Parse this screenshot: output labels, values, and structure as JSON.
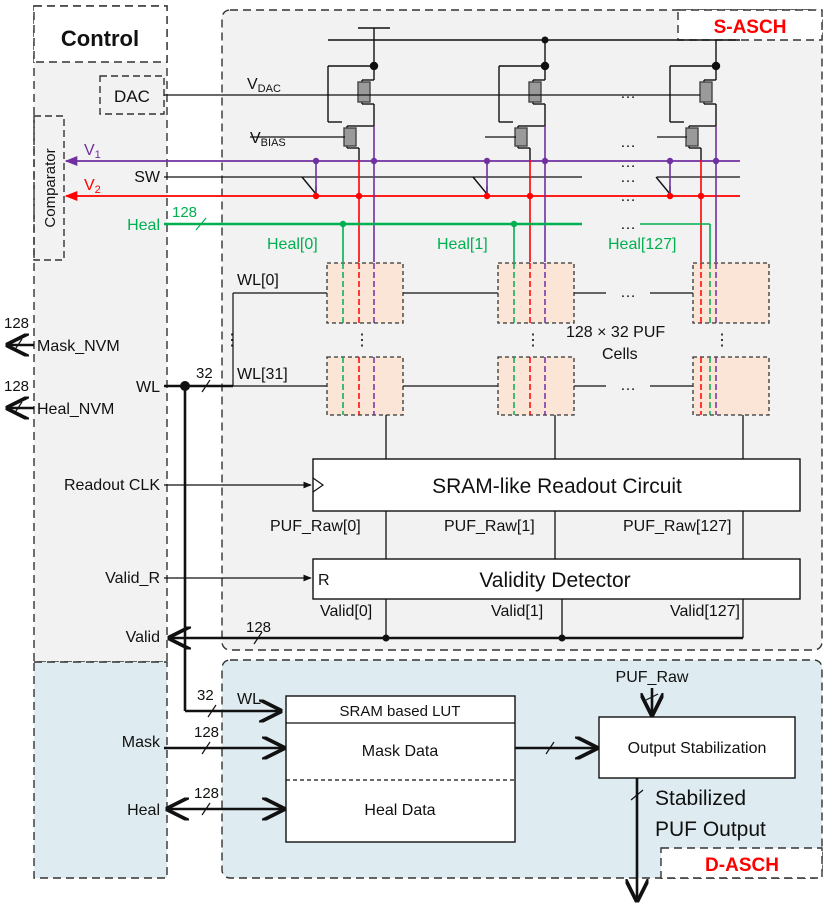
{
  "control": {
    "title": "Control",
    "dac": "DAC",
    "comparator": "Comparator",
    "ports": {
      "mask_nvm": "Mask_NVM",
      "heal_nvm": "Heal_NVM",
      "mask_nvm_width": "128",
      "heal_nvm_width": "128",
      "wl": "WL",
      "readout_clk": "Readout CLK",
      "valid_r": "Valid_R",
      "valid": "Valid",
      "mask": "Mask",
      "heal": "Heal"
    }
  },
  "sasch": {
    "title": "S-ASCH",
    "vdac_main": "V",
    "vdac_sub": "DAC",
    "vbias_main": "V",
    "vbias_sub": "BIAS",
    "v1_main": "V",
    "v1_sub": "1",
    "v2_main": "V",
    "v2_sub": "2",
    "sw": "SW",
    "heal": "Heal",
    "heal_width": "128",
    "heal_cols": [
      "Heal[0]",
      "Heal[1]",
      "Heal[127]"
    ],
    "wl_rows": [
      "WL[0]",
      "WL[31]"
    ],
    "wl_width": "32",
    "puf_cells_line1": "128 × 32  PUF",
    "puf_cells_line2": "Cells",
    "readout_circuit": "SRAM-like Readout Circuit",
    "puf_raw": [
      "PUF_Raw[0]",
      "PUF_Raw[1]",
      "PUF_Raw[127]"
    ],
    "validity_detector": "Validity Detector",
    "validity_reset": "R",
    "valid_outs": [
      "Valid[0]",
      "Valid[1]",
      "Valid[127]"
    ],
    "valid_width": "128",
    "ellipsis": "…",
    "vdots": "⋮"
  },
  "dasch": {
    "title": "D-ASCH",
    "wl": "WL",
    "wl_width": "32",
    "mask_width": "128",
    "heal_width": "128",
    "lut_title": "SRAM based LUT",
    "mask_data": "Mask Data",
    "heal_data": "Heal Data",
    "puf_raw": "PUF_Raw",
    "output_stabilization": "Output Stabilization",
    "stabilized_line1": "Stabilized",
    "stabilized_line2": "PUF Output"
  },
  "colors": {
    "v1_line": "#7030a0",
    "v2_line": "#ff0000",
    "heal_line": "#00b050",
    "title_red": "#ff0000",
    "control_bg": "#f2f2f2",
    "sasch_bg": "#f2f2f2",
    "dasch_bg": "#deebf0",
    "cell_fill": "#fbe5d6"
  }
}
